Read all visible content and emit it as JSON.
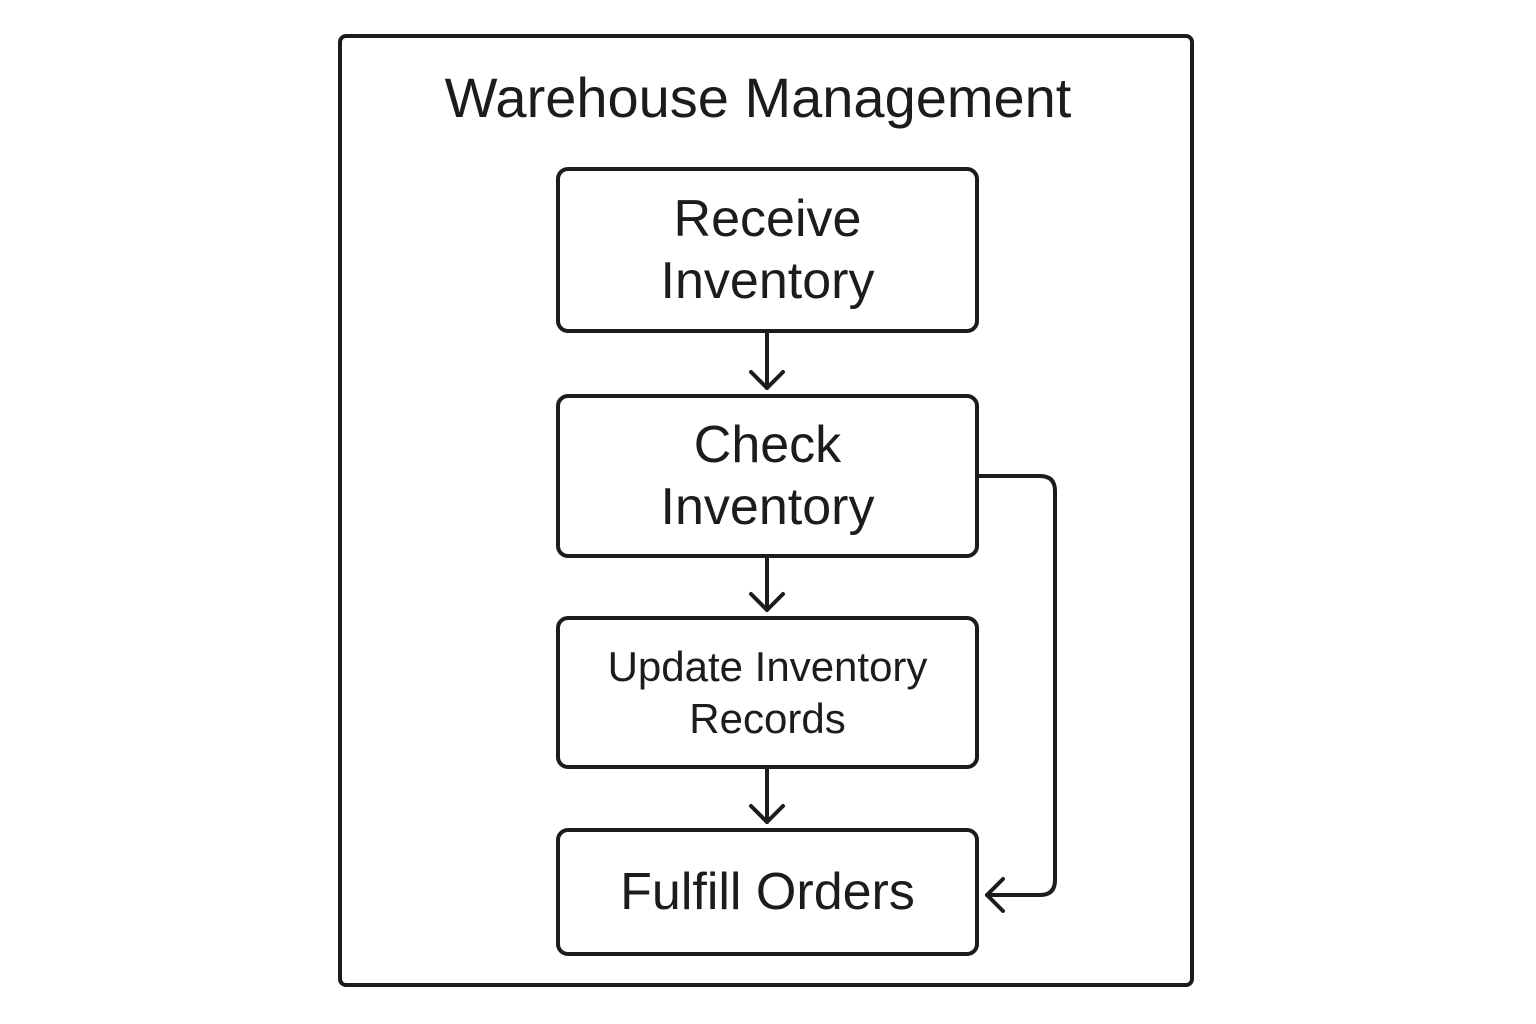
{
  "diagram": {
    "title": "Warehouse Management",
    "nodes": [
      {
        "id": "receive",
        "label": "Receive\nInventory"
      },
      {
        "id": "check",
        "label": "Check\nInventory"
      },
      {
        "id": "update",
        "label": "Update Inventory\nRecords"
      },
      {
        "id": "fulfill",
        "label": "Fulfill Orders"
      }
    ],
    "edges": [
      {
        "from": "receive",
        "to": "check"
      },
      {
        "from": "check",
        "to": "update"
      },
      {
        "from": "update",
        "to": "fulfill"
      },
      {
        "from": "check",
        "to": "fulfill",
        "route": "right-side"
      }
    ],
    "colors": {
      "stroke": "#1c1c1c",
      "background": "#ffffff"
    }
  }
}
